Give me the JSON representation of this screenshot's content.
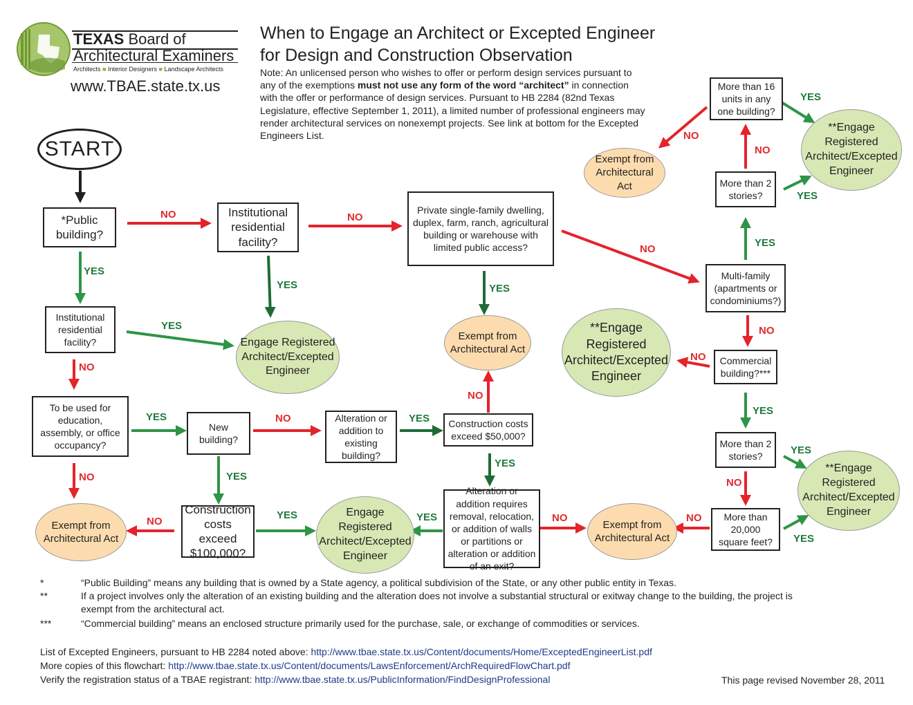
{
  "logo": {
    "org_bold": "TEXAS",
    "org_rest": "Board of",
    "line2": "Architectural Examiners",
    "tagline_items": [
      "Architects",
      "Interior Designers",
      "Landscape Architects"
    ],
    "url": "www.TBAE.state.tx.us",
    "accent_color": "#8cb543"
  },
  "header": {
    "title_line1": "When to Engage an Architect or Excepted Engineer",
    "title_line2": "for Design and Construction Observation",
    "note_before_bold": "Note: An unlicensed person who wishes to offer or perform design services pursuant to any of the exemptions ",
    "note_bold": "must not use any form of the word “architect”",
    "note_after_bold": " in connection with the offer or performance of design services. Pursuant to HB 2284 (82nd Texas Legislature, effective September 1, 2011), a limited number of professional engineers may render architectural services on nonexempt projects. See link at bottom for the Excepted Engineers List."
  },
  "flow": {
    "start": "START",
    "public_building": "*Public building?",
    "inst_res_top": "Institutional residential facility?",
    "private_single": "Private single-family dwelling, duplex, farm, ranch, agricultural building or warehouse with limited public access?",
    "more16": "More than 16 units in any one building?",
    "more2_top": "More than 2 stories?",
    "multifamily": "Multi-family (apartments or condominiums?)",
    "commercial": "Commercial building?***",
    "more2_bottom": "More than 2 stories?",
    "more20000": "More than 20,000 square feet?",
    "inst_res_left": "Institutional residential facility?",
    "education": "To be used for education, assembly, or office occupancy?",
    "new_building": "New building?",
    "alteration": "Alteration or addition to existing building?",
    "cost50": "Construction costs exceed $50,000?",
    "alteration_requires": "Alteration or addition requires removal, relocation, or addition of walls or partitions or alteration or addition of an exit?",
    "cost100": "Construction costs exceed $100,000?",
    "exempt_text": "Exempt from Architectural Act",
    "engage_text": "Engage Registered Architect/Excepted Engineer",
    "engage_star_text": "**Engage Registered Architect/Excepted Engineer",
    "yes": "YES",
    "no": "NO",
    "colors": {
      "yes": "#2e9447",
      "yes_dark": "#1f6b37",
      "no": "#e4232b",
      "black": "#231f20",
      "exempt_fill": "#fcdcae",
      "engage_fill": "#d7e8b4"
    }
  },
  "footnotes": [
    {
      "mark": "*",
      "text": "“Public Building” means any building that is owned by a State agency, a political subdivision of the State, or any other public entity in Texas."
    },
    {
      "mark": "**",
      "text": "If a project involves only the alteration of an existing building and the alteration does not involve a substantial structural or exitway change to the building, the project is exempt from the architectural act."
    },
    {
      "mark": "***",
      "text": "“Commercial building” means an enclosed structure primarily used for the purchase, sale, or exchange of commodities or services."
    }
  ],
  "links": [
    {
      "label": "List of Excepted Engineers, pursuant to HB 2284 noted above: ",
      "url": "http://www.tbae.state.tx.us/Content/documents/Home/ExceptedEngineerList.pdf"
    },
    {
      "label": "More copies of this flowchart: ",
      "url": "http://www.tbae.state.tx.us/Content/documents/LawsEnforcement/ArchRequiredFlowChart.pdf"
    },
    {
      "label": "Verify the registration status of a TBAE registrant: ",
      "url": "http://www.tbae.state.tx.us/PublicInformation/FindDesignProfessional"
    }
  ],
  "revised": "This page revised November 28, 2011"
}
